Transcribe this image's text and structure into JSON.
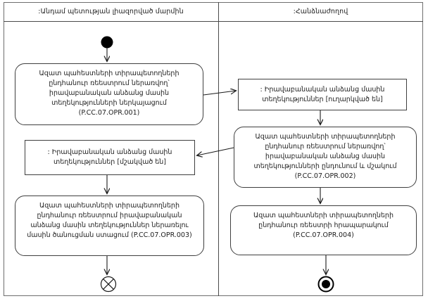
{
  "diagram": {
    "type": "uml-activity-swimlane",
    "lanes": [
      {
        "label": ":Անդամ պետության լիազորված մարմին"
      },
      {
        "label": ":Հանձնաժողով"
      }
    ],
    "nodes": {
      "action_opr_001": "Ազատ պահեստների տիրապետողների ընդհանուր ռեեստրում ներառվող՝ իրավաբանական անձանց մասին տեղեկությունների ներկայացում (P.CC.07.OPR.001)",
      "object_sent": ": Իրավաբանական անձանց մասին տեղեկություններ [ուղարկված են]",
      "action_opr_002": "Ազատ պահեստների տիրապետողների ընդհանուր ռեեստրում ներառվող՝ իրավաբանական անձանց մասին տեղեկությունների ընդունում և մշակում (P.CC.07.OPR.002)",
      "object_processed": ": Իրավաբանական անձանց մասին տեղեկություններ [մշակված են]",
      "action_opr_003": "Ազատ պահեստների տիրապետողների ընդհանուր ռեեստրում իրավաբանական անձանց մասին տեղեկություններ ներառելու մասին ծանուցման ստացում (P.CC.07.OPR.003)",
      "action_opr_004": "Ազատ պահեստների տիրապետողների ընդհանուր ռեեստրի հրապարակում (P.CC.07.OPR.004)"
    },
    "symbols": {
      "initial_node": "filled-circle",
      "flow_final_node": "circle-with-x",
      "activity_final_node": "bullseye"
    },
    "colors": {
      "background": "#ffffff",
      "frame_line": "#6e6e6e",
      "node_line": "#3f3f3f",
      "arrow_line": "#1a1a1a",
      "text": "#1c1c1c"
    }
  }
}
